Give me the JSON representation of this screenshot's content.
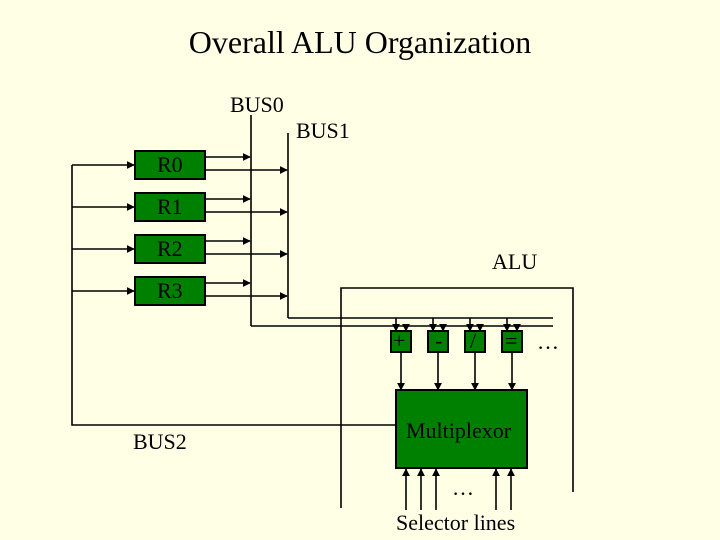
{
  "title": "Overall ALU Organization",
  "buses": {
    "bus0": "BUS0",
    "bus1": "BUS1",
    "bus2": "BUS2"
  },
  "registers": [
    "R0",
    "R1",
    "R2",
    "R3"
  ],
  "alu": {
    "label": "ALU",
    "operations": [
      "+",
      "-",
      "/",
      "="
    ],
    "more_ops": "…",
    "multiplexor": "Multiplexor",
    "selector_more": "…",
    "selector_label": "Selector lines"
  },
  "colors": {
    "background": "#ffffe6",
    "box_fill": "#008000",
    "line": "#000000"
  }
}
